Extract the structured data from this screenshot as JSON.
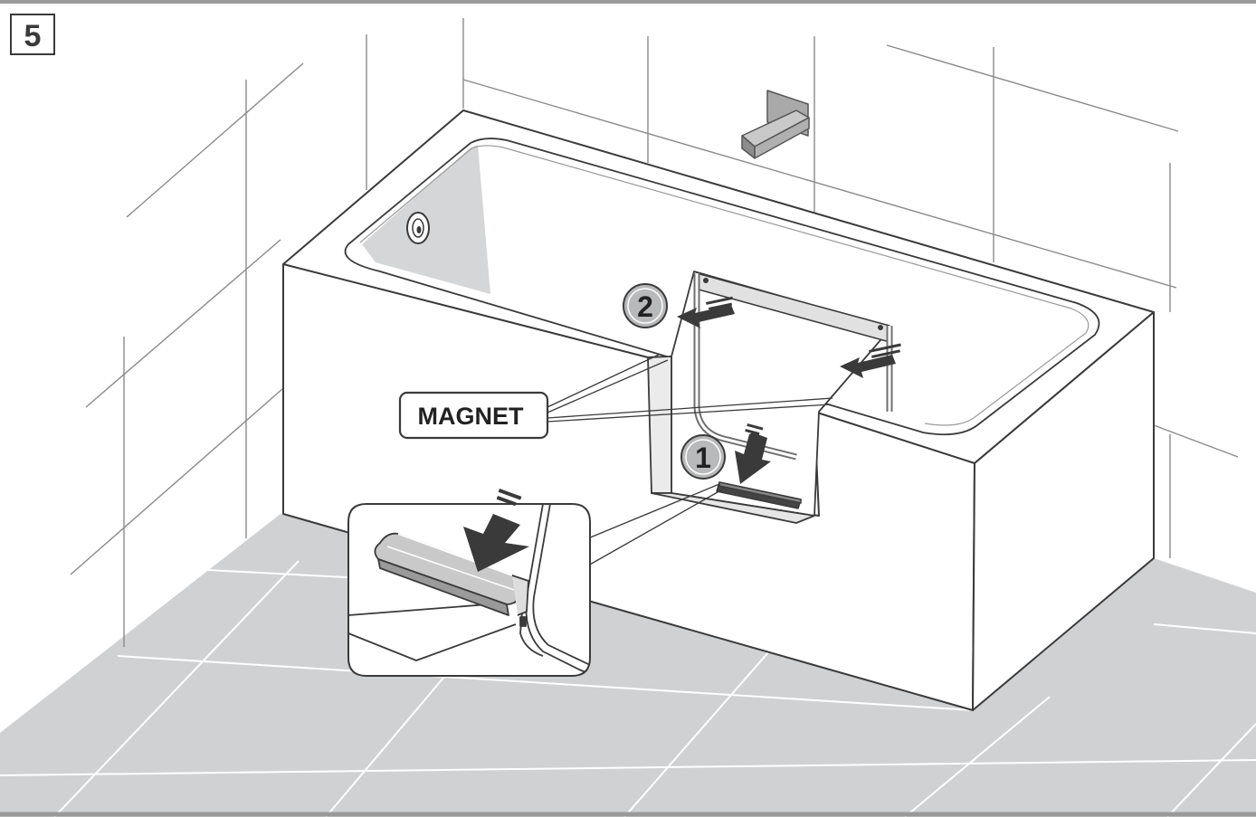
{
  "step": {
    "number": "5"
  },
  "callouts": [
    {
      "id": "step-1",
      "number": "1"
    },
    {
      "id": "step-2",
      "number": "2"
    }
  ],
  "label": {
    "text": "MAGNET"
  },
  "colors": {
    "line": "#3a3a3a",
    "floor": "#cfd1d3",
    "floor_grout": "#ffffff",
    "wall_tile_line": "#8a8a8a",
    "tub_shade": "#d5d6d7",
    "callout_fill": "#b8b9ba",
    "arrow": "#3a3a3a",
    "frame": "#6f6f6f"
  }
}
